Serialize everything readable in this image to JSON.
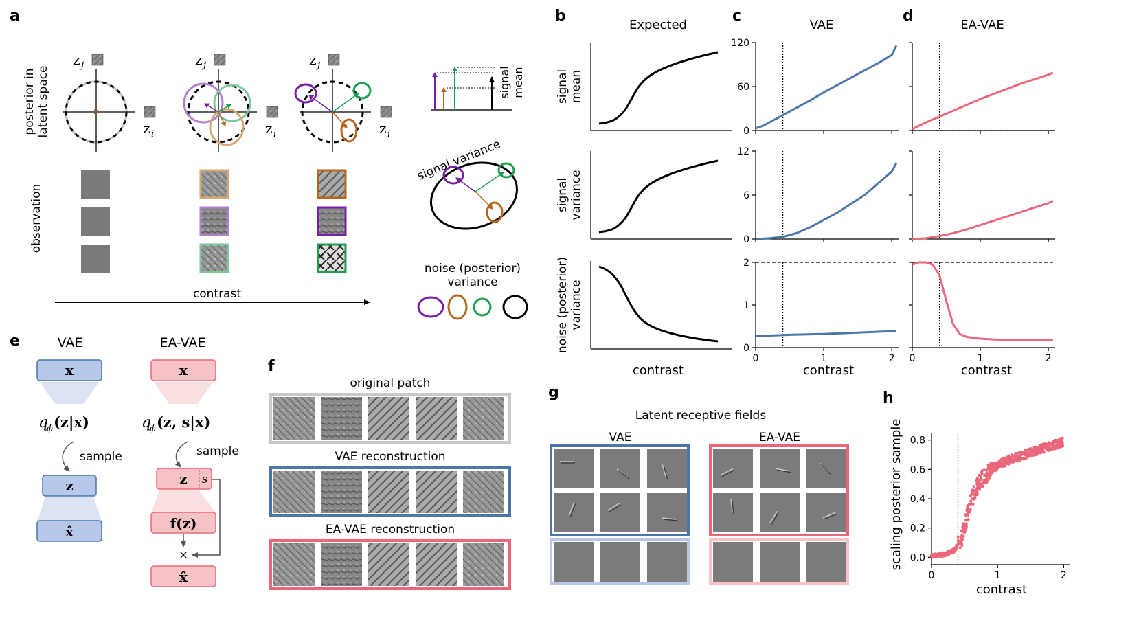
{
  "panels": {
    "a": "a",
    "b": "b",
    "c": "c",
    "d": "d",
    "e": "e",
    "f": "f",
    "g": "g",
    "h": "h"
  },
  "panel_a": {
    "ylabel_top": [
      "posterior in",
      "latent space"
    ],
    "ylabel_bottom": "observation",
    "axis_x": "z",
    "axis_x_sub": "i",
    "axis_y": "z",
    "axis_y_sub": "j",
    "contrast_label": "contrast",
    "signal_mean_label": [
      "signal",
      "mean"
    ],
    "signal_variance_label": "signal variance",
    "noise_label": [
      "noise (posterior)",
      "variance"
    ]
  },
  "panel_b": {
    "title": "Expected",
    "row_labels": [
      [
        "signal",
        "mean"
      ],
      [
        "signal",
        "variance"
      ],
      [
        "noise (posterior)",
        "variance"
      ]
    ],
    "xlabel": "contrast"
  },
  "panel_c": {
    "title": "VAE",
    "xlabel": "contrast",
    "yticks_row1": [
      "0",
      "60",
      "120"
    ],
    "yticks_row2": [
      "0",
      "6",
      "12"
    ],
    "yticks_row3": [
      "0",
      "1",
      "2"
    ],
    "xticks": [
      "0",
      "1",
      "2"
    ]
  },
  "panel_d": {
    "title": "EA-VAE",
    "xlabel": "contrast",
    "xticks": [
      "0",
      "1",
      "2"
    ]
  },
  "panel_e": {
    "vae_title": "VAE",
    "eavae_title": "EA-VAE",
    "x": "x",
    "z": "z",
    "xhat": "x̂",
    "q_vae": "q",
    "q_vae_sub": "ϕ",
    "q_vae_args": "(z|x)",
    "q_eavae_args": "(z, s|x)",
    "sample": "sample",
    "s": "s",
    "fz": "f(z)",
    "times": "×"
  },
  "panel_f": {
    "title1": "original patch",
    "title2": "VAE reconstruction",
    "title3": "EA-VAE reconstruction"
  },
  "panel_g": {
    "title": "Latent receptive fields",
    "vae": "VAE",
    "eavae": "EA-VAE"
  },
  "panel_h": {
    "ylabel": "scaling posterior sample",
    "xlabel": "contrast",
    "yticks": [
      "0.0",
      "0.2",
      "0.4",
      "0.6",
      "0.8"
    ],
    "xticks": [
      "0",
      "1",
      "2"
    ]
  },
  "colors": {
    "vae_blue": "#4a76a8",
    "eavae_red": "#e8687a",
    "purple": "#7a1fa8",
    "orange": "#b5651d",
    "green": "#1e9e50",
    "blue_fill": "#b7c8ea",
    "red_fill": "#f7c2c6"
  },
  "chart_data": [
    {
      "type": "line",
      "panel": "c",
      "ylabel": "signal mean",
      "ylim": [
        0,
        120
      ],
      "xlim": [
        0,
        2.1
      ],
      "series": [
        {
          "x": [
            0,
            0.1,
            0.2,
            0.4,
            0.6,
            0.8,
            1.0,
            1.2,
            1.4,
            1.6,
            1.8,
            2.0,
            2.07
          ],
          "y": [
            3,
            6,
            11,
            21,
            31,
            41,
            52,
            62,
            72,
            82,
            92,
            103,
            116
          ]
        }
      ],
      "threshold": 0.4
    },
    {
      "type": "line",
      "panel": "c",
      "ylabel": "signal variance",
      "ylim": [
        0,
        12
      ],
      "xlim": [
        0,
        2.1
      ],
      "series": [
        {
          "x": [
            0,
            0.2,
            0.4,
            0.6,
            0.8,
            1.0,
            1.2,
            1.4,
            1.6,
            1.8,
            2.0,
            2.07
          ],
          "y": [
            0,
            0.1,
            0.3,
            0.8,
            1.6,
            2.6,
            3.6,
            4.8,
            6.0,
            7.6,
            9.2,
            10.4
          ]
        }
      ],
      "threshold": 0.4
    },
    {
      "type": "line",
      "panel": "c",
      "ylabel": "noise (posterior) variance",
      "ylim": [
        0,
        2
      ],
      "xlim": [
        0,
        2.1
      ],
      "series": [
        {
          "x": [
            0,
            0.5,
            1.0,
            1.5,
            2.07
          ],
          "y": [
            0.27,
            0.3,
            0.32,
            0.35,
            0.39
          ]
        }
      ],
      "threshold": 0.4,
      "dashed_y": 2
    },
    {
      "type": "line",
      "panel": "d",
      "ylabel": "signal mean",
      "ylim": [
        0,
        120
      ],
      "xlim": [
        0,
        2.1
      ],
      "series": [
        {
          "x": [
            0,
            0.2,
            0.4,
            0.6,
            0.8,
            1.0,
            1.2,
            1.4,
            1.6,
            1.8,
            2.0,
            2.07
          ],
          "y": [
            2,
            11,
            19,
            27,
            35,
            43,
            50,
            57,
            64,
            70,
            76,
            79
          ]
        }
      ],
      "threshold": 0.4,
      "dashed_y": 0
    },
    {
      "type": "line",
      "panel": "d",
      "ylabel": "signal variance",
      "ylim": [
        0,
        12
      ],
      "xlim": [
        0,
        2.1
      ],
      "series": [
        {
          "x": [
            0,
            0.2,
            0.4,
            0.6,
            0.8,
            1.0,
            1.2,
            1.4,
            1.6,
            1.8,
            2.0,
            2.07
          ],
          "y": [
            0,
            0.1,
            0.4,
            0.8,
            1.3,
            1.9,
            2.5,
            3.1,
            3.7,
            4.3,
            4.9,
            5.2
          ]
        }
      ],
      "threshold": 0.4
    },
    {
      "type": "line",
      "panel": "d",
      "ylabel": "noise (posterior) variance",
      "ylim": [
        0,
        2
      ],
      "xlim": [
        0,
        2.1
      ],
      "series": [
        {
          "x": [
            0,
            0.1,
            0.2,
            0.3,
            0.4,
            0.5,
            0.6,
            0.7,
            0.8,
            1.0,
            1.2,
            1.5,
            2.0,
            2.07
          ],
          "y": [
            1.95,
            2.0,
            2.0,
            1.95,
            1.7,
            1.1,
            0.55,
            0.32,
            0.25,
            0.21,
            0.19,
            0.18,
            0.17,
            0.17
          ]
        }
      ],
      "threshold": 0.4,
      "dashed_y": 2
    },
    {
      "type": "scatter",
      "panel": "h",
      "ylabel": "scaling posterior sample",
      "xlabel": "contrast",
      "ylim": [
        -0.05,
        0.85
      ],
      "xlim": [
        0,
        2.1
      ],
      "series": [
        {
          "x": [
            0,
            0.2,
            0.35,
            0.45,
            0.55,
            0.65,
            0.75,
            0.9,
            1.0,
            1.2,
            1.4,
            1.6,
            1.8,
            2.0
          ],
          "y": [
            0.01,
            0.02,
            0.05,
            0.12,
            0.3,
            0.45,
            0.53,
            0.6,
            0.63,
            0.67,
            0.7,
            0.73,
            0.76,
            0.79
          ]
        }
      ],
      "threshold": 0.4
    }
  ]
}
